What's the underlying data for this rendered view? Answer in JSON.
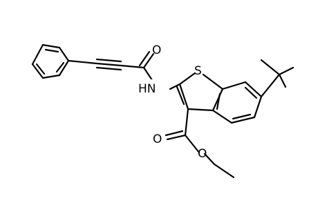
{
  "atoms": {
    "S": "S",
    "NH": "HN",
    "O_amide": "O",
    "O_ester_carbonyl": "O",
    "O_ester_ether": "O"
  }
}
